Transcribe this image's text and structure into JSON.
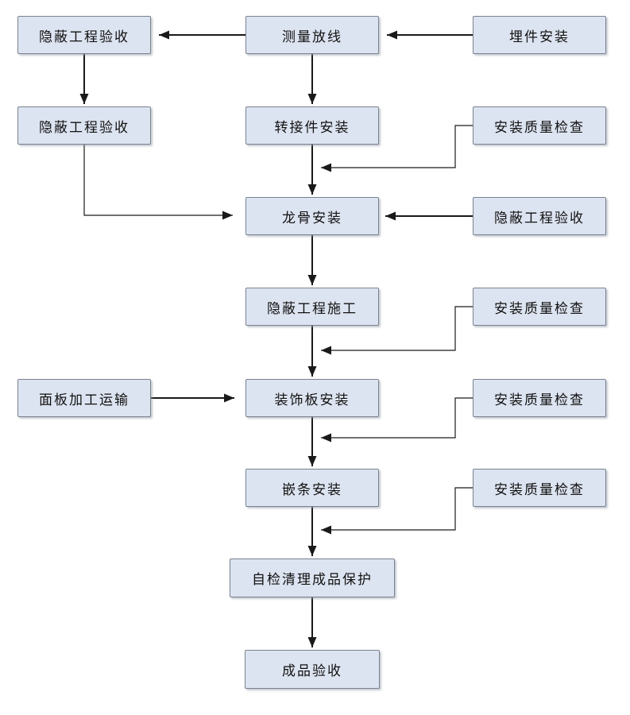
{
  "colors": {
    "background": "#ffffff",
    "box_fill": "#dde4f1",
    "box_border": "#7b828e",
    "line": "#1a1a1a",
    "text": "#111111"
  },
  "nodes": {
    "hidden_work_acceptance_1": {
      "label": "隐蔽工程验收"
    },
    "survey_layout": {
      "label": "测量放线"
    },
    "embedded_parts_install": {
      "label": "埋件安装"
    },
    "hidden_work_acceptance_2": {
      "label": "隐蔽工程验收"
    },
    "adapter_install": {
      "label": "转接件安装"
    },
    "install_quality_check_1": {
      "label": "安装质量检查"
    },
    "keel_install": {
      "label": "龙骨安装"
    },
    "hidden_work_acceptance_3": {
      "label": "隐蔽工程验收"
    },
    "hidden_work_construction": {
      "label": "隐蔽工程施工"
    },
    "install_quality_check_2": {
      "label": "安装质量检查"
    },
    "panel_processing_transport": {
      "label": "面板加工运输"
    },
    "decorative_panel_install": {
      "label": "装饰板安装"
    },
    "install_quality_check_3": {
      "label": "安装质量检查"
    },
    "trim_strip_install": {
      "label": "嵌条安装"
    },
    "install_quality_check_4": {
      "label": "安装质量检查"
    },
    "self_check_cleanup_protection": {
      "label": "自检清理成品保护"
    },
    "finished_product_acceptance": {
      "label": "成品验收"
    }
  }
}
